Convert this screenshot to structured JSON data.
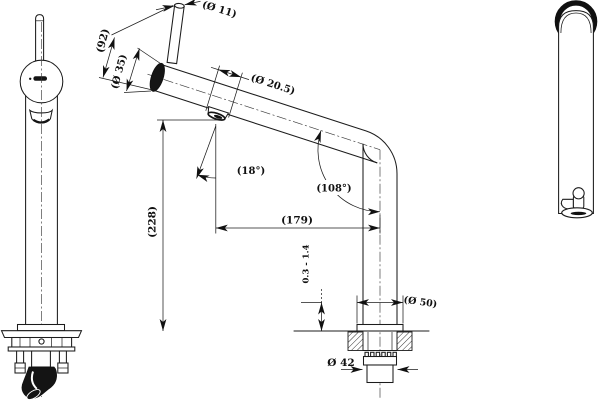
{
  "drawing": {
    "kind": "faucet-technical-drawing",
    "colors": {
      "line": "#1c1c1c",
      "dark_fill": "#141414",
      "background": "#ffffff"
    }
  },
  "dimensions": {
    "lever_diameter": "(Ø 11)",
    "head_length": "(92)",
    "pipe_diameter": "(Ø 35)",
    "outlet_diameter": "(Ø 20.5)",
    "outlet_angle": "(18°)",
    "bend_angle": "(108°)",
    "horizontal_reach": "(179)",
    "spout_height": "(228)",
    "deck_thickness_range": "0.3 - 1.4",
    "escutcheon_diameter": "(Ø 50)",
    "locknut_diameter": "Ø 42"
  }
}
